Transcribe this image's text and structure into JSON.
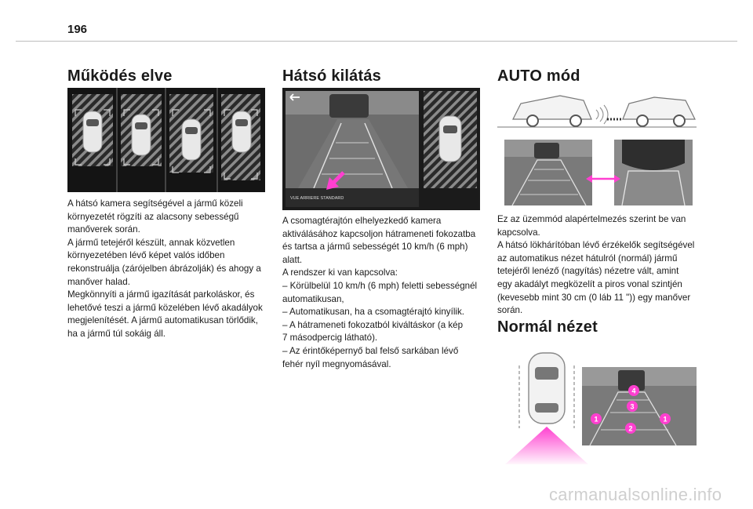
{
  "page": {
    "number": "196",
    "footer": "carmanualsonline.info"
  },
  "col1": {
    "heading": "Működés elve",
    "text": "A hátsó kamera segítségével a jármű közeli\nkörnyezetét rögzíti az alacsony sebességű\nmanőverek során.\nA jármű tetejéről készült, annak közvetlen\nkörnyezetében lévő képet valós időben\nrekonstruálja (zárójelben ábrázolják) és ahogy a\nmanőver halad.\nMegkönnyíti a jármű igazítását parkoláskor, és\nlehetővé teszi a jármű közelében lévő akadályok\nmegjelenítését. A jármű automatikusan törlődik,\nha a jármű túl sokáig áll."
  },
  "col2": {
    "heading": "Hátsó kilátás",
    "screen_label": "VUE ARRIERE STANDARD",
    "text": "A csomagtérajtón elhelyezkedő kamera\naktiválásához kapcsoljon hátrameneti fokozatba\nés tartsa a jármű sebességét 10 km/h (6 mph)\nalatt.\nA rendszer ki van kapcsolva:\n–  Körülbelül 10 km/h (6 mph) feletti sebességnél\nautomatikusan,\n–  Automatikusan, ha a csomagtérajtó kinyílik.\n–  A hátrameneti fokozatból kiváltáskor (a kép\n7 másodpercig látható).\n–  Az érintőképernyő bal felső sarkában lévő\nfehér nyíl megnyomásával."
  },
  "col3": {
    "heading": "AUTO mód",
    "text": "Ez az üzemmód alapértelmezés szerint be van\nkapcsolva.\nA hátsó lökhárítóban lévő érzékelők segítségével\naz automatikus nézet hátulról (normál) jármű\ntetejéről lenéző (nagyítás) nézetre vált, amint\negy akadályt megközelít a piros vonal szintjén\n(kevesebb mint 30 cm (0 láb 11 \")) egy manőver\nsorán.",
    "heading2": "Normál nézet",
    "markers": [
      "1",
      "2",
      "3",
      "4",
      "1"
    ]
  },
  "colors": {
    "accent": "#ff3fd0",
    "screen": "#1b1b1b"
  }
}
